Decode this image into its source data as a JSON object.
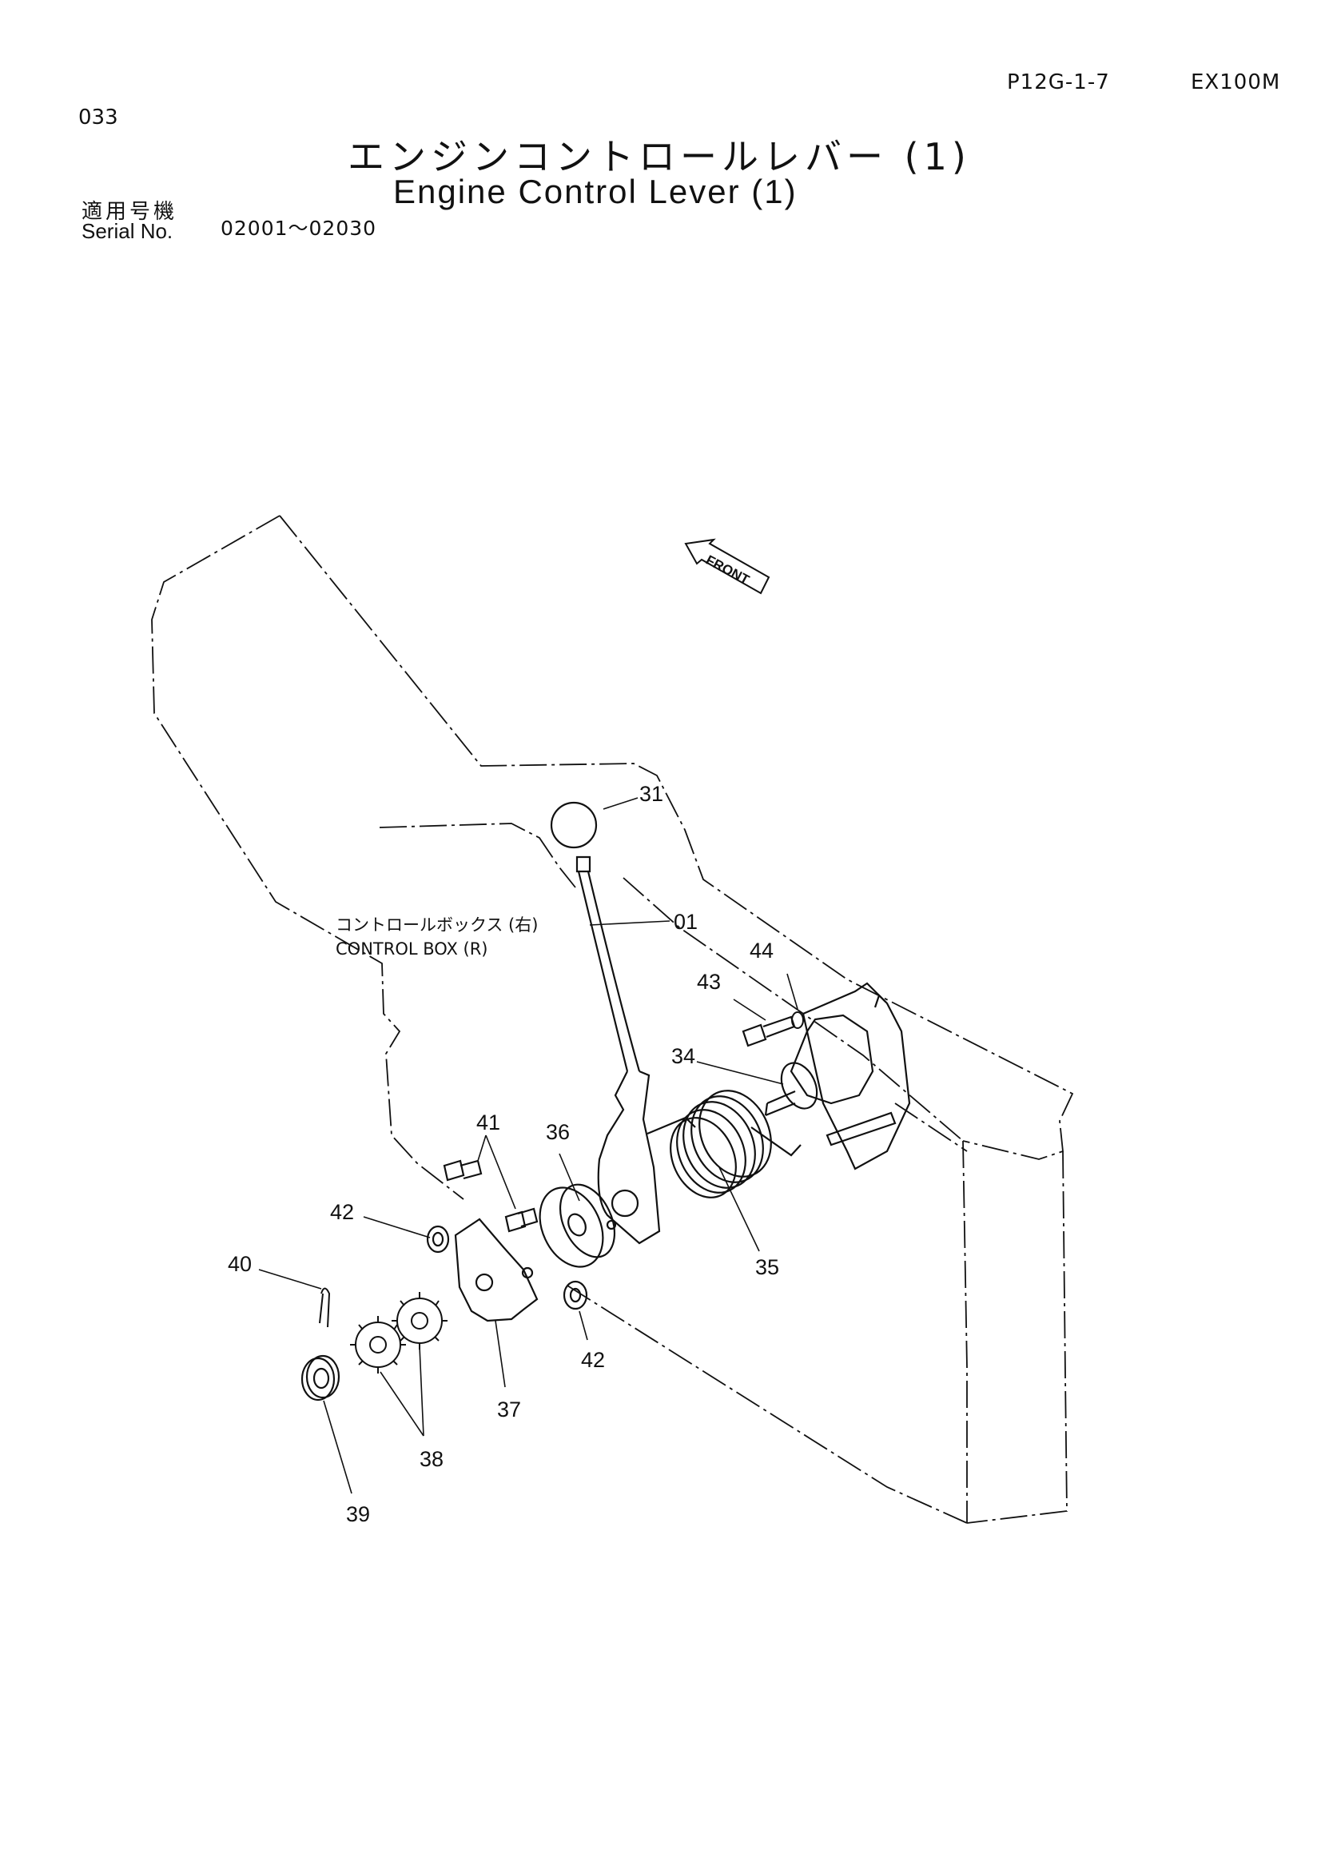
{
  "header": {
    "page_code": "P12G-1-7",
    "model": "EX100M",
    "sheet_number": "033",
    "title_jp": "エンジンコントロールレバー (1)",
    "title_en": "Engine Control Lever (1)",
    "serial_label_jp": "適用号機",
    "serial_label_en": "Serial No.",
    "serial_range": "02001～02030"
  },
  "diagram": {
    "front_label": "FRONT",
    "control_box_label_jp": "コントロールボックス (右)",
    "control_box_label_en": "CONTROL BOX (R)",
    "part_callouts": {
      "p01": "01",
      "p31": "31",
      "p34": "34",
      "p35": "35",
      "p36": "36",
      "p37": "37",
      "p38": "38",
      "p39": "39",
      "p40": "40",
      "p41": "41",
      "p42a": "42",
      "p42b": "42",
      "p43": "43",
      "p44": "44"
    }
  }
}
